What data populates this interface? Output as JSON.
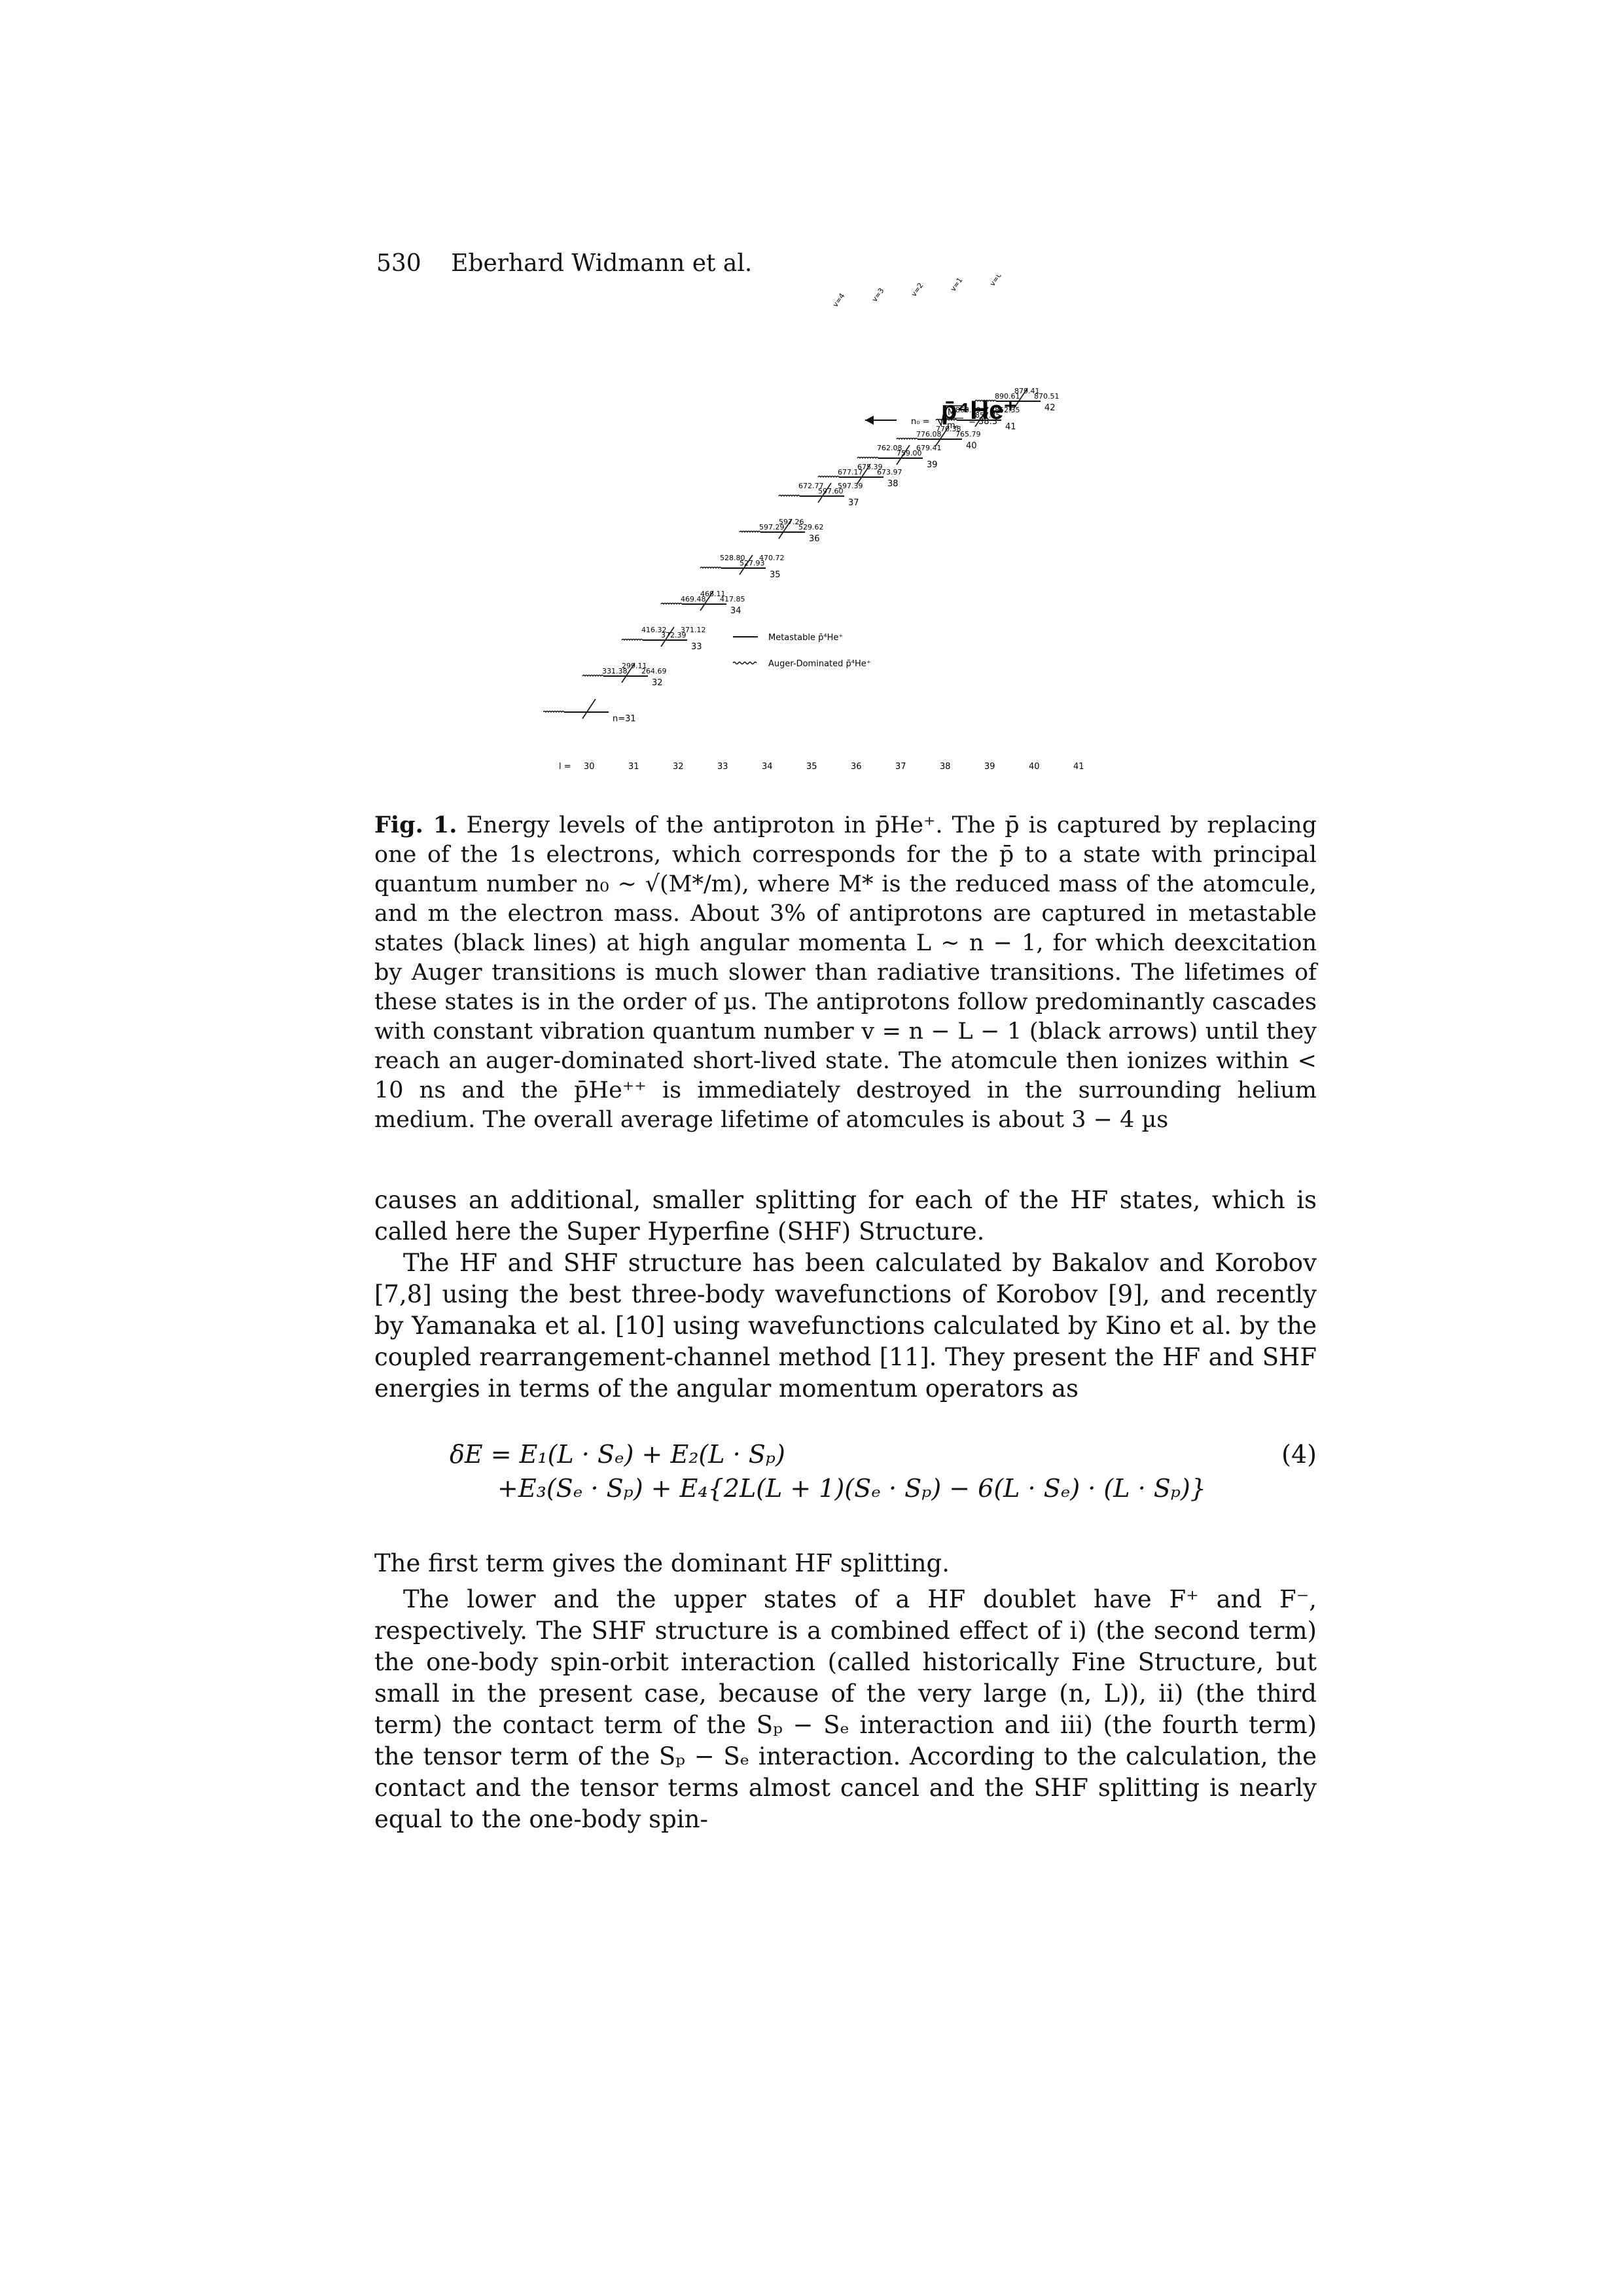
{
  "header": {
    "page_number": "530",
    "authors": "Eberhard Widmann et al."
  },
  "figure": {
    "species_label": "p̄⁴He⁺",
    "v_labels": [
      "v=4",
      "v=3",
      "v=2",
      "v=1",
      "v=0"
    ],
    "n_labels": [
      "42",
      "41",
      "40",
      "39",
      "38",
      "37",
      "36",
      "35",
      "34",
      "33",
      "32",
      "n=31"
    ],
    "l_axis": {
      "prefix": "l =",
      "ticks": [
        "30",
        "31",
        "32",
        "33",
        "34",
        "35",
        "36",
        "37",
        "38",
        "39",
        "40",
        "41"
      ]
    },
    "energy_values": [
      "890.61",
      "879.41",
      "870.51",
      "863.39",
      "857.35",
      "852.35",
      "776.08",
      "770.38",
      "765.79",
      "762.08",
      "759.00",
      "679.41",
      "677.17",
      "675.39",
      "673.97",
      "672.77",
      "597.60",
      "597.39",
      "597.29",
      "597.26",
      "529.62",
      "528.80",
      "527.93",
      "470.72",
      "469.48",
      "468.11",
      "417.85",
      "416.32",
      "372.39",
      "371.12",
      "331.38",
      "299.11",
      "264.69"
    ],
    "n0_formula": {
      "prefix": "n₀ =",
      "num": "M",
      "den": "mₑ",
      "value": "= 38.3"
    },
    "legend": {
      "metastable": "Metastable p̄⁴He⁺",
      "auger": "Auger-Dominated p̄⁴He⁺"
    }
  },
  "caption": {
    "label": "Fig. 1.",
    "text": "Energy levels of the antiproton in p̄He⁺. The p̄ is captured by replacing one of the 1s electrons, which corresponds for the p̄ to a state with principal quantum number n₀ ∼ √(M*/m), where M* is the reduced mass of the atomcule, and m the electron mass. About 3% of antiprotons are captured in metastable states (black lines) at high angular momenta L ∼ n − 1, for which deexcitation by Auger transitions is much slower than radiative transitions. The lifetimes of these states is in the order of µs. The antiprotons follow predominantly cascades with constant vibration quantum number v = n − L − 1 (black arrows) until they reach an auger-dominated short-lived state. The atomcule then ionizes within < 10 ns and the p̄He⁺⁺ is immediately destroyed in the surrounding helium medium. The overall average lifetime of atomcules is about 3 − 4 µs"
  },
  "body": {
    "p1": "causes an additional, smaller splitting for each of the HF states, which is called here the Super Hyperfine (SHF) Structure.",
    "p2": "The HF and SHF structure has been calculated by Bakalov and Korobov [7,8] using the best three-body wavefunctions of Korobov [9], and recently by Yamanaka et al. [10] using wavefunctions calculated by Kino et al. by the coupled rearrangement-channel method [11]. They present the HF and SHF energies in terms of the angular momentum operators as",
    "equation_line1": "δE = E₁(L · Sₑ) + E₂(L · Sₚ)",
    "equation_line2": "+E₃(Sₑ · Sₚ) + E₄{2L(L + 1)(Sₑ · Sₚ) − 6(L · Sₑ) · (L · Sₚ)}",
    "equation_number": "(4)",
    "p3": "The first term gives the dominant HF splitting.",
    "p4": "The lower and the upper states of a HF doublet have F⁺ and F⁻, respectively. The SHF structure is a combined effect of i) (the second term) the one-body spin-orbit interaction (called historically Fine Structure, but small in the present case, because of the very large (n, L)), ii) (the third term) the contact term of the Sₚ − Sₑ interaction and iii) (the fourth term) the tensor term of the Sₚ − Sₑ interaction. According to the calculation, the contact and the tensor terms almost cancel and the SHF splitting is nearly equal to the one-body spin-"
  }
}
